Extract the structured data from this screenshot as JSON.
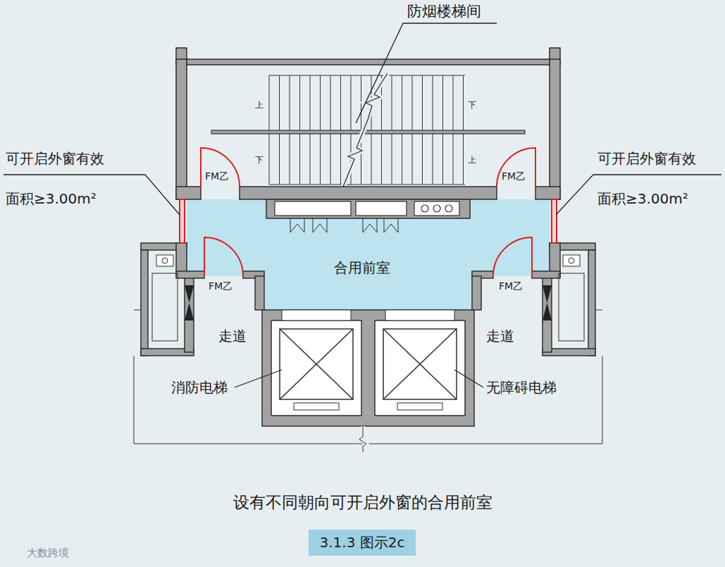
{
  "diagram": {
    "caption": "设有不同朝向可开启外窗的合用前室",
    "nodes": [
      {
        "text": [
          "3.1.3 图示2c"
        ]
      }
    ],
    "labels": [
      "防烟楼梯间",
      "上",
      "下",
      "下",
      "上",
      "FM乙",
      "FM乙",
      "FM乙",
      "FM乙",
      "可开启外窗有效 面积≥3.00m²",
      "可开启外窗有效 面积≥3.00m²",
      "合用前室",
      "走道",
      "走道",
      "消防电梯",
      "无障碍电梯",
      "大数跨境"
    ]
  }
}
